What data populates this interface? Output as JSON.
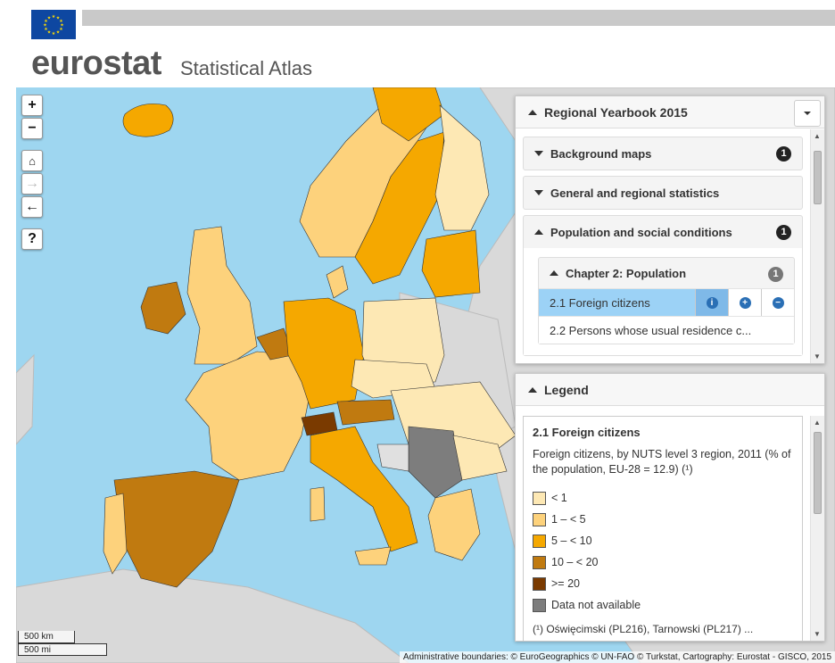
{
  "header": {
    "logo": "eurostat",
    "subtitle": "Statistical Atlas"
  },
  "map_controls": {
    "zoom_in": "+",
    "zoom_out": "−",
    "home": "home-icon",
    "forward": "→",
    "back": "←",
    "help": "?"
  },
  "scale": {
    "km": "500 km",
    "mi": "500 mi"
  },
  "attribution": "Administrative boundaries: © EuroGeographics © UN-FAO © Turkstat, Cartography: Eurostat - GISCO, 2015",
  "layers_panel": {
    "title": "Regional Yearbook 2015",
    "sections": [
      {
        "label": "Background maps",
        "badge": "1"
      },
      {
        "label": "General and regional statistics",
        "badge": ""
      },
      {
        "label": "Population and social conditions",
        "badge": "1"
      }
    ],
    "chapter": {
      "label": "Chapter 2: Population",
      "badge": "1"
    },
    "layers": [
      {
        "label": "2.1 Foreign citizens"
      },
      {
        "label": "2.2 Persons whose usual residence c..."
      }
    ]
  },
  "legend_panel": {
    "title": "Legend",
    "layer_title": "2.1 Foreign citizens",
    "description": "Foreign citizens, by NUTS level 3 region, 2011 (% of the population, EU-28 = 12.9) (¹)",
    "classes": [
      {
        "label": "< 1",
        "color": "#fde8b4"
      },
      {
        "label": "1 – < 5",
        "color": "#fdd27c"
      },
      {
        "label": "5 – < 10",
        "color": "#f5a800"
      },
      {
        "label": "10 – < 20",
        "color": "#c07a10"
      },
      {
        "label": ">= 20",
        "color": "#7a3a00"
      },
      {
        "label": "Data not available",
        "color": "#7d7d7d"
      }
    ],
    "footnote": "(¹) Oświęcimski (PL216), Tarnowski (PL217) ..."
  },
  "colors": {
    "sea": "#9ed6f0",
    "land_outside": "#d9d9d9",
    "accent": "#9cd2f6"
  }
}
